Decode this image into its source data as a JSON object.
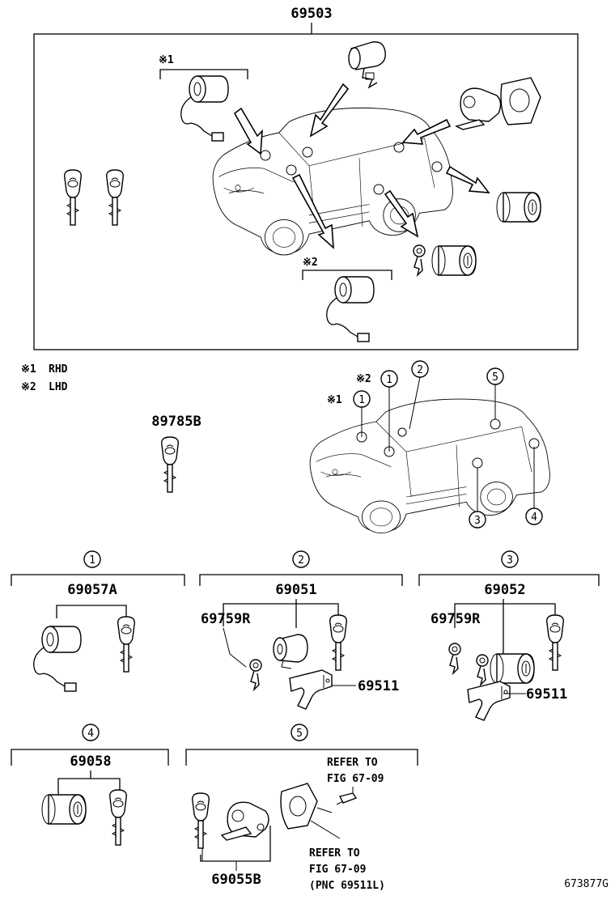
{
  "assembly": {
    "main_part_number": "69503",
    "notes": [
      {
        "mark": "※1",
        "label": "RHD"
      },
      {
        "mark": "※2",
        "label": "LHD"
      }
    ],
    "callout_marks": [
      "※1",
      "※2"
    ]
  },
  "key_part": "89785B",
  "locator_markers": [
    "1",
    "2",
    "5",
    "3",
    "4"
  ],
  "groups": [
    {
      "id": "1",
      "part_number": "69057A",
      "sub_parts": []
    },
    {
      "id": "2",
      "part_number": "69051",
      "sub_parts": [
        "69759R",
        "69511"
      ]
    },
    {
      "id": "3",
      "part_number": "69052",
      "sub_parts": [
        "69759R",
        "69511"
      ]
    },
    {
      "id": "4",
      "part_number": "69058",
      "sub_parts": []
    },
    {
      "id": "5",
      "part_number": "69055B",
      "sub_parts": []
    }
  ],
  "references": [
    {
      "line1": "REFER TO",
      "line2": "FIG 67-09",
      "line3": ""
    },
    {
      "line1": "REFER TO",
      "line2": "FIG 67-09",
      "line3": "(PNC 69511L)"
    }
  ],
  "figure_id": "673877G"
}
